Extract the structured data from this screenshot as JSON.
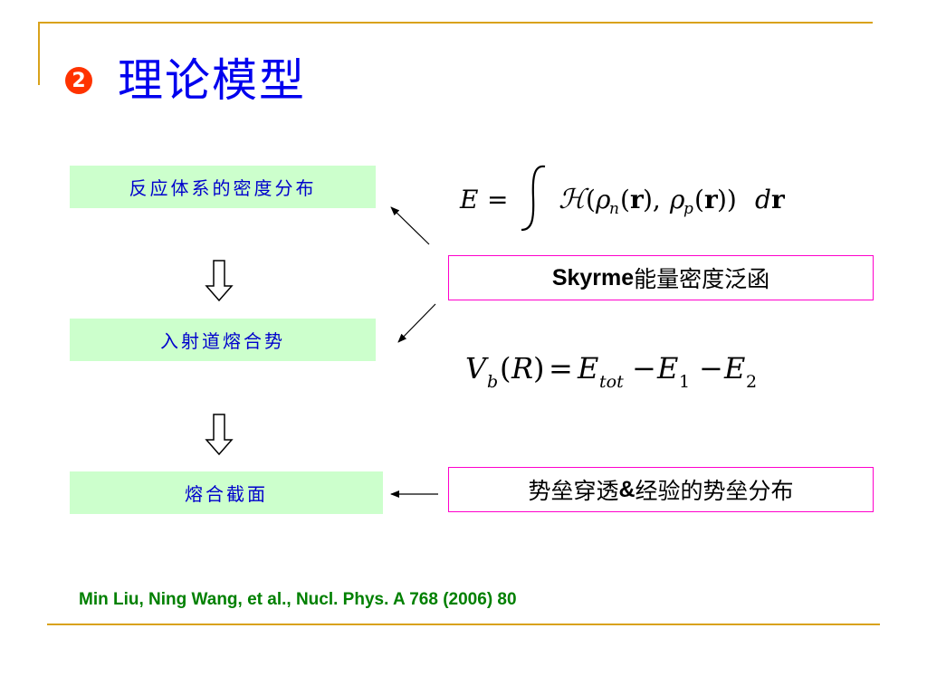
{
  "title": {
    "number": "2",
    "text": "理论模型"
  },
  "flow": {
    "box1": "反应体系的密度分布",
    "box2": "入射道熔合势",
    "box3": "熔合截面"
  },
  "skyrme_box": {
    "en": "Skyrme",
    "zh": " 能量密度泛函"
  },
  "barrier_box": {
    "zh1": "势垒穿透 ",
    "amp": "&",
    "zh2": " 经验的势垒分布"
  },
  "citation": "Min Liu, Ning Wang, et al., Nucl. Phys. A 768 (2006) 80",
  "colors": {
    "accent_line": "#d9a21b",
    "title": "#0000ee",
    "box_fill": "#ccffcc",
    "box_text": "#0000cc",
    "pink_border": "#ff00cc",
    "citation": "#008000"
  }
}
